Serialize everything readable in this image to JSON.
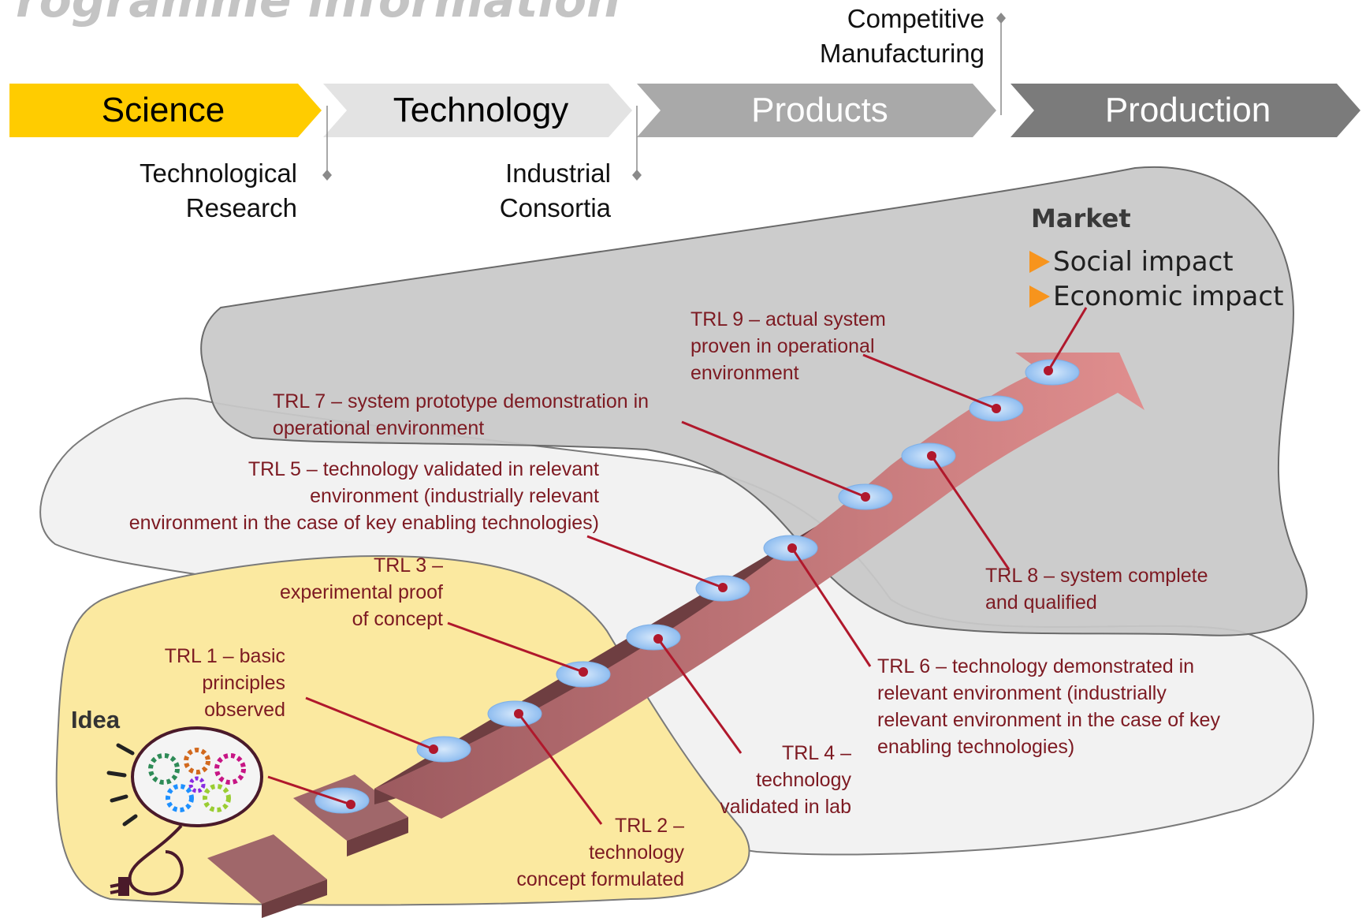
{
  "title": "rogramme information",
  "phases": [
    {
      "label": "Science",
      "fill": "#ffcc00",
      "text_color": "#000000"
    },
    {
      "label": "Technology",
      "fill": "#e3e3e3",
      "text_color": "#000000"
    },
    {
      "label": "Products",
      "fill": "#a9a9a9",
      "text_color": "#ffffff"
    },
    {
      "label": "Production",
      "fill": "#7b7b7b",
      "text_color": "#ffffff"
    }
  ],
  "milestones": [
    {
      "text": "Technological\nResearch"
    },
    {
      "text": "Industrial\nConsortia"
    },
    {
      "text": "Competitive\nManufacturing"
    }
  ],
  "market": {
    "heading": "Market",
    "items": [
      "Social impact",
      "Economic impact"
    ],
    "bullet_color": "#f7941d"
  },
  "idea_label": "Idea",
  "trl": [
    {
      "id": "trl1",
      "text": "TRL 1 – basic\nprinciples\nobserved"
    },
    {
      "id": "trl2",
      "text": "TRL 2 –\ntechnology\nconcept formulated"
    },
    {
      "id": "trl3",
      "text": "TRL 3 –\nexperimental proof\nof concept"
    },
    {
      "id": "trl4",
      "text": "TRL 4 –\ntechnology\nvalidated in lab"
    },
    {
      "id": "trl5",
      "text": "TRL 5 – technology validated in relevant\nenvironment (industrially relevant\nenvironment in the case of key enabling technologies)"
    },
    {
      "id": "trl6",
      "text": "TRL 6 – technology demonstrated in\nrelevant environment (industrially\nrelevant environment in the case of key\nenabling technologies)"
    },
    {
      "id": "trl7",
      "text": "TRL 7 – system prototype demonstration in\noperational environment"
    },
    {
      "id": "trl8",
      "text": "TRL 8 – system complete\nand qualified"
    },
    {
      "id": "trl9",
      "text": "TRL 9 – actual system\nproven in operational\nenvironment"
    }
  ],
  "colors": {
    "science_blob": "#fbe9a0",
    "technology_blob": "#f2f2f2",
    "market_blob": "#c8c8c8",
    "arrow": "#b9787c",
    "step": "#a0676a",
    "disc": "#a9cdf3",
    "leader": "#b0182c",
    "trl_text": "#7d1a22"
  }
}
